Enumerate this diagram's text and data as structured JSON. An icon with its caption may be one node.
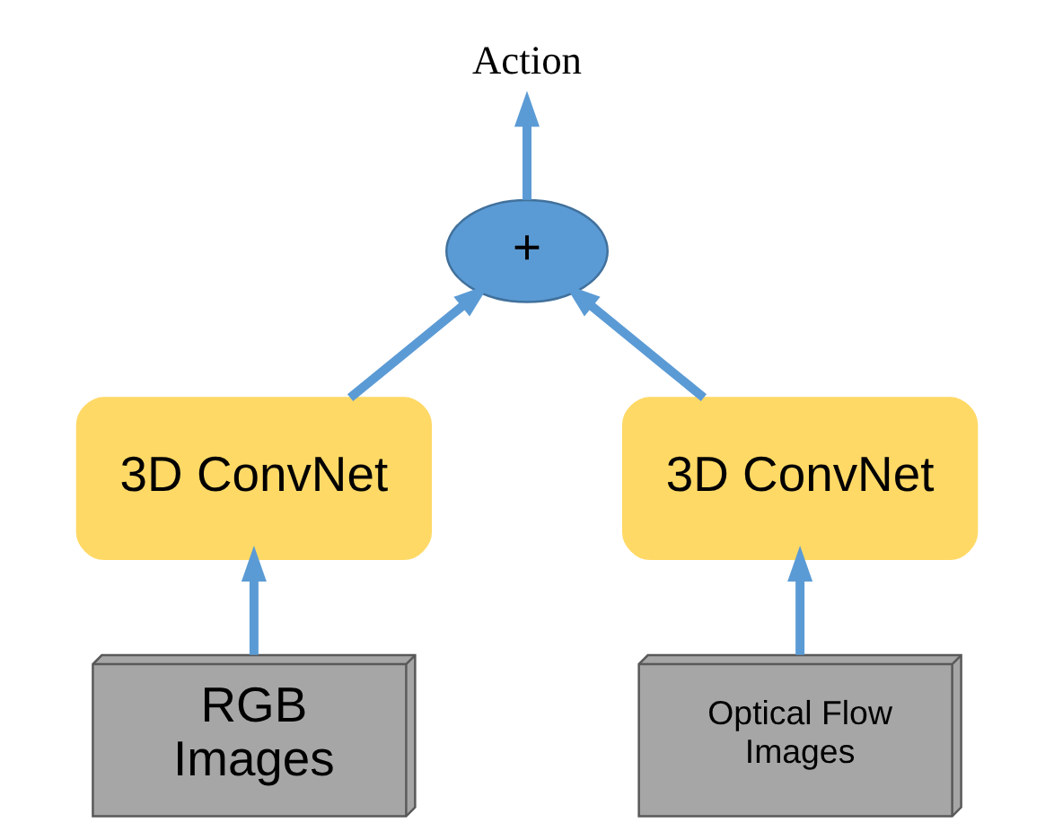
{
  "diagram": {
    "nodes": [
      {
        "text": [
          "Action"
        ]
      },
      {
        "text": [
          "+"
        ]
      },
      {
        "text": [
          "3D ConvNet"
        ]
      },
      {
        "text": [
          "3D ConvNet"
        ]
      },
      {
        "text": [
          "RGB Images"
        ]
      },
      {
        "text": [
          "Optical Flow Images"
        ]
      }
    ],
    "edges": [
      {
        "from": 4,
        "to": 2,
        "arrow": "to"
      },
      {
        "from": 5,
        "to": 3,
        "arrow": "to"
      },
      {
        "from": 2,
        "to": 1,
        "arrow": "to"
      },
      {
        "from": 3,
        "to": 1,
        "arrow": "to"
      },
      {
        "from": 1,
        "to": 0,
        "arrow": "to"
      }
    ]
  }
}
